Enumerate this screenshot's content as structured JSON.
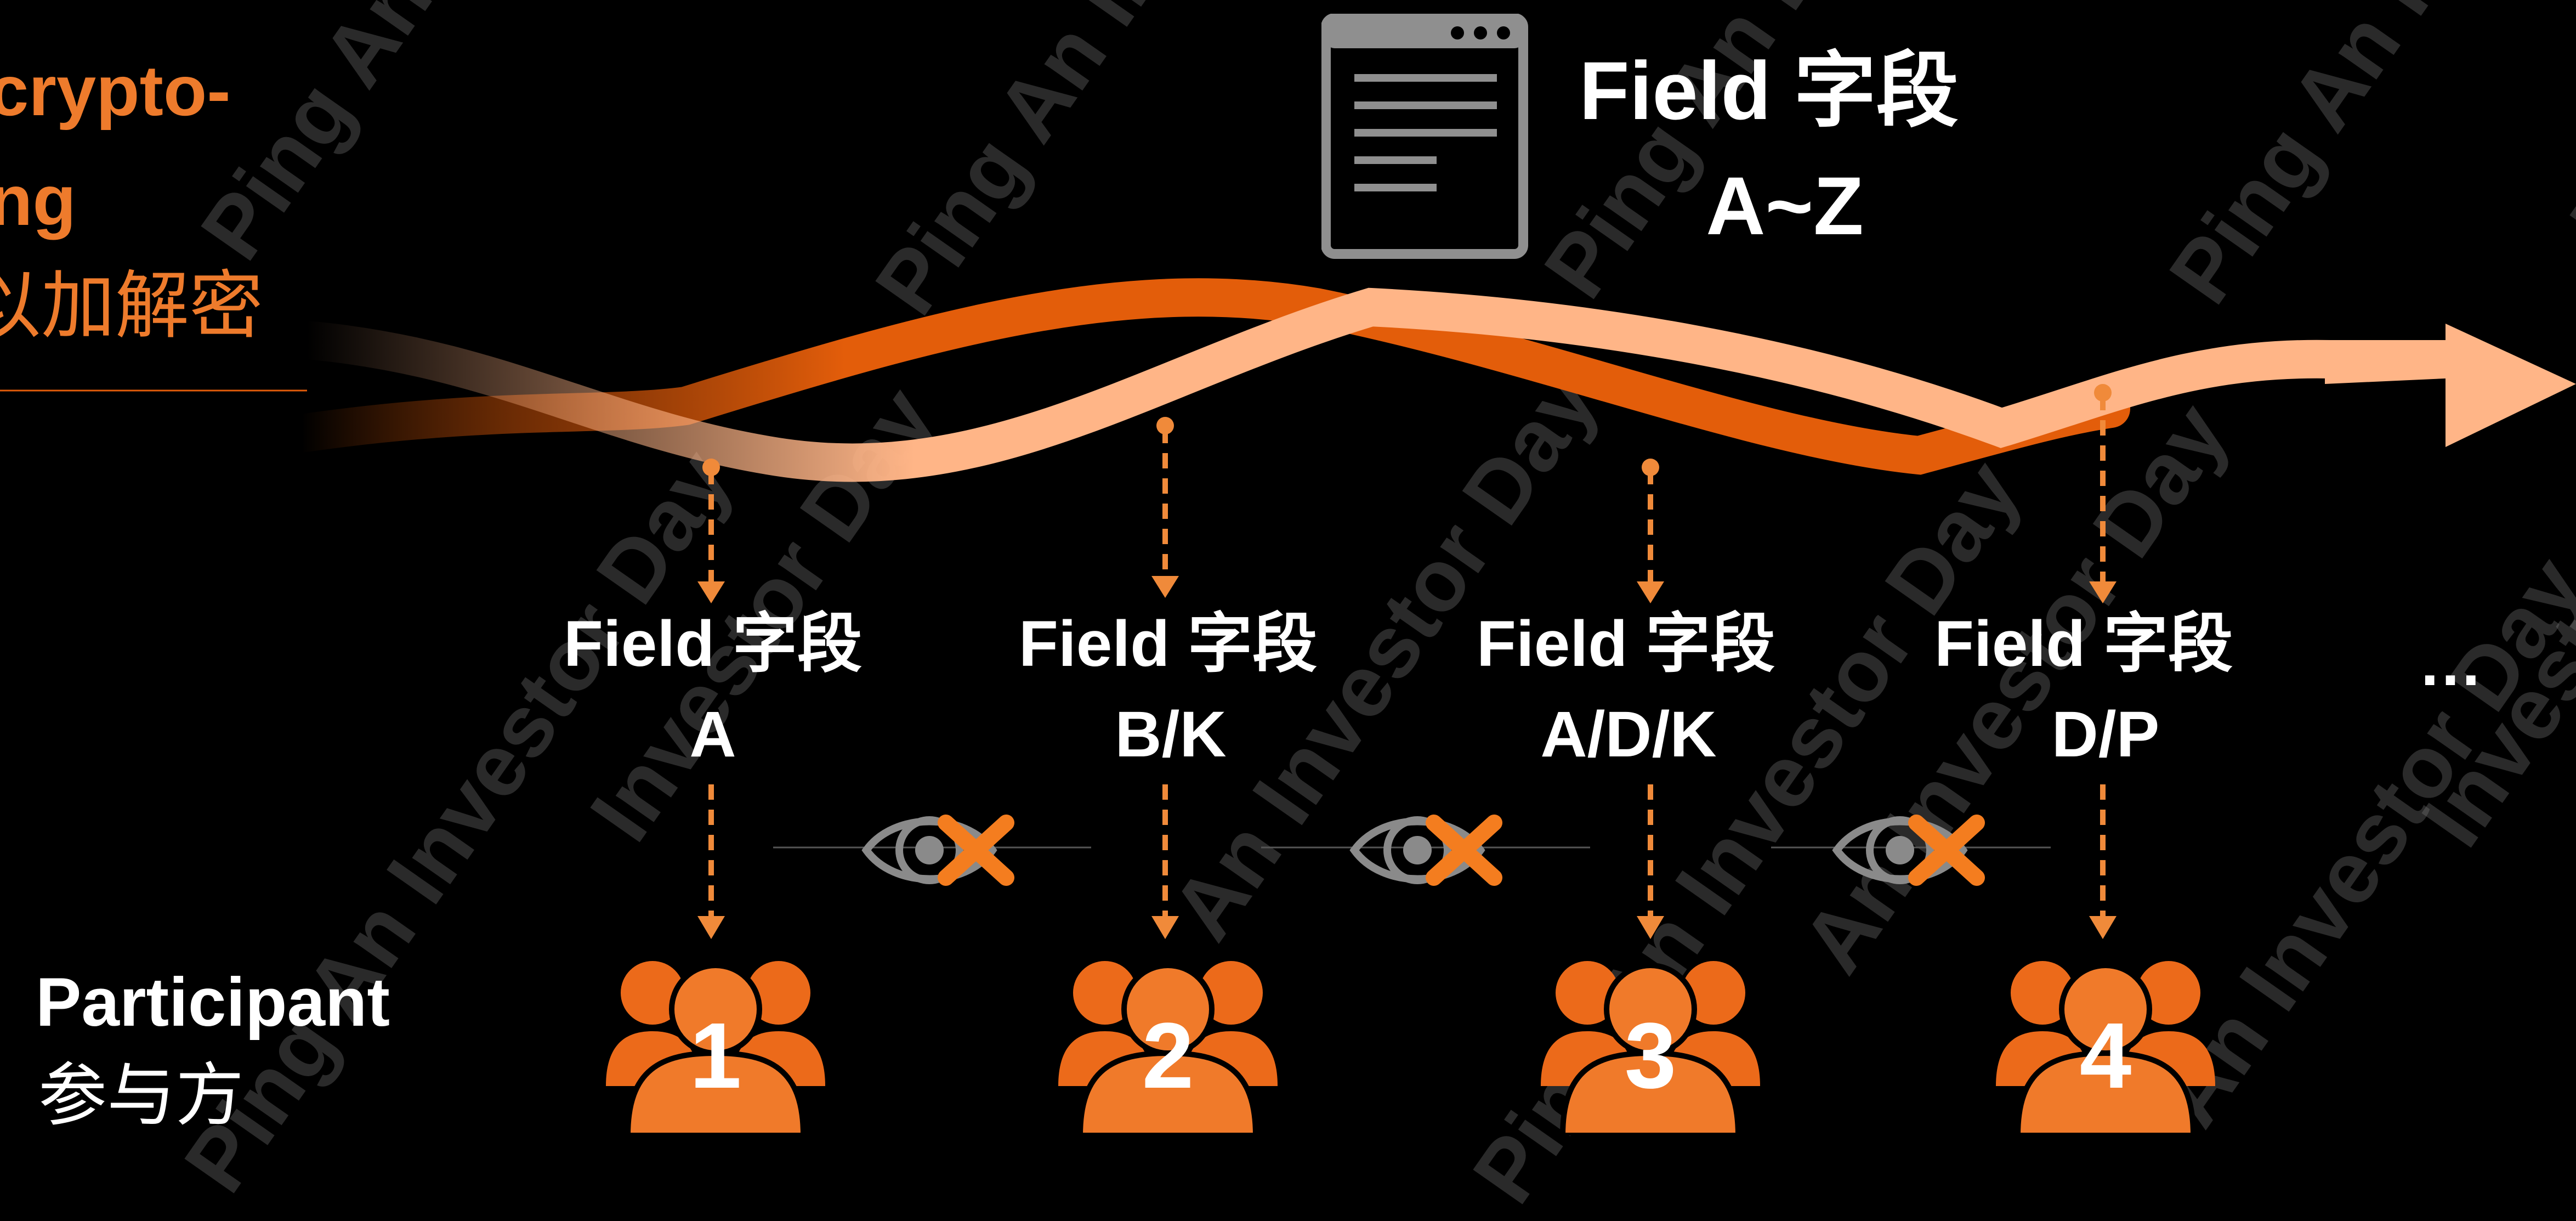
{
  "left_title": {
    "line1": "crypto-",
    "line2": "ng",
    "line3": "以加解密"
  },
  "document": {
    "label_en": "Field 字段",
    "range": "A~Z"
  },
  "fields": [
    {
      "label": "Field 字段",
      "value": "A"
    },
    {
      "label": "Field 字段",
      "value": "B/K"
    },
    {
      "label": "Field 字段",
      "value": "A/D/K"
    },
    {
      "label": "Field 字段",
      "value": "D/P"
    }
  ],
  "ellipsis": "…",
  "participant": {
    "label_en": "Participant",
    "label_cn": "参与方"
  },
  "participants": [
    "1",
    "2",
    "3",
    "4"
  ],
  "watermarks": [
    "Ping An In",
    "Ping An In",
    "Ping An In",
    "Ping An In",
    "Ping An In",
    "Investor Day",
    "An Investor Day",
    "An Investor Day",
    "Investor Day",
    "Ping An Investor Day",
    "Ping An Investor Day",
    "An Investor Day"
  ],
  "colors": {
    "background": "#000000",
    "accent_orange": "#e35d0a",
    "light_orange": "#ffb587",
    "arrow_orange": "#f08a3a",
    "title_orange": "#ee7b2c",
    "doc_gray": "#8f8f8f"
  }
}
